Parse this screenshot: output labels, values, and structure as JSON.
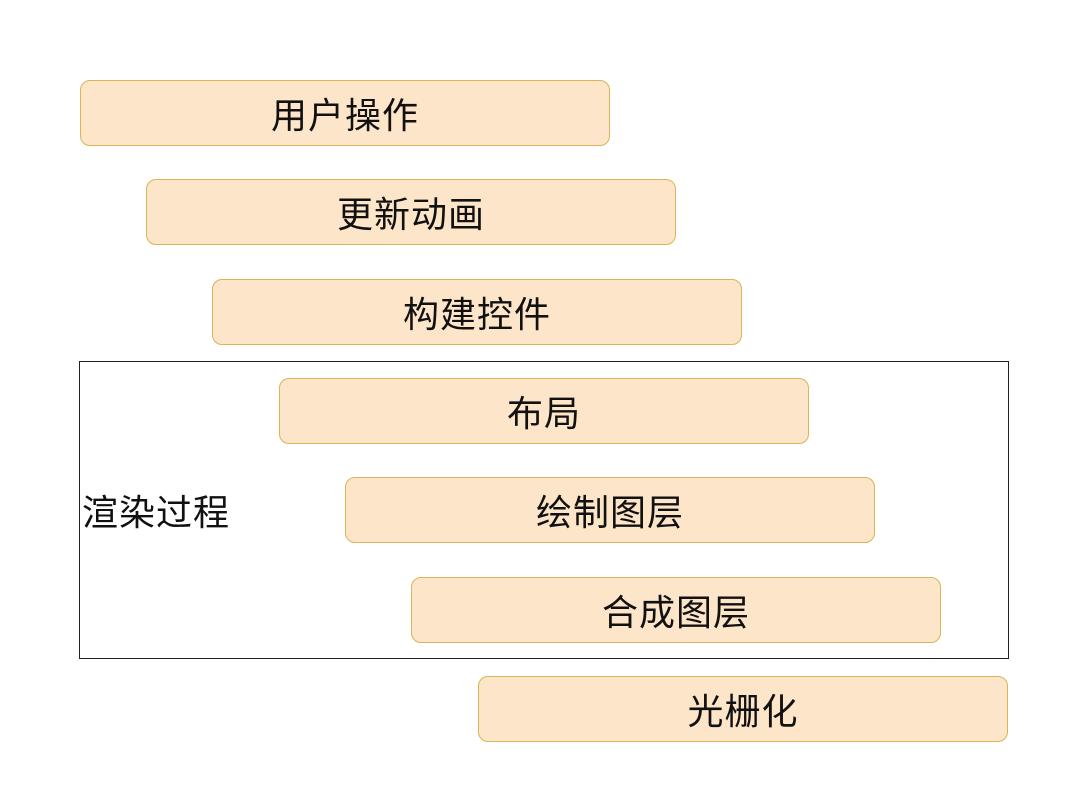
{
  "diagram": {
    "steps": [
      {
        "label": "用户操作"
      },
      {
        "label": "更新动画"
      },
      {
        "label": "构建控件"
      },
      {
        "label": "布局"
      },
      {
        "label": "绘制图层"
      },
      {
        "label": "合成图层"
      },
      {
        "label": "光栅化"
      }
    ],
    "group": {
      "label": "渲染过程"
    },
    "colors": {
      "box_fill": "#fde5c9",
      "box_border": "#d6b656",
      "group_border": "#222222",
      "text": "#111111"
    }
  }
}
